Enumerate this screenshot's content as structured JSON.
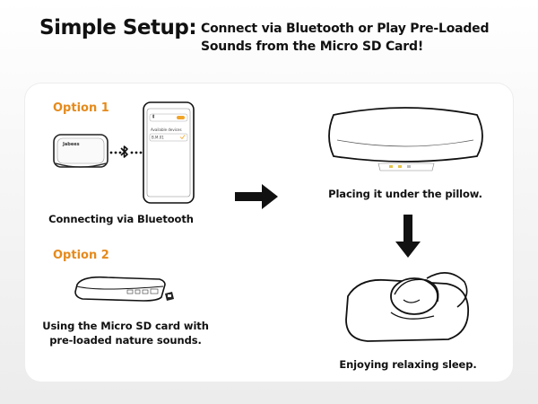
{
  "header": {
    "title": "Simple Setup:",
    "subtitle": "Connect via Bluetooth or Play Pre-Loaded Sounds from the Micro SD Card!"
  },
  "option1": {
    "label": "Option 1",
    "caption": "Connecting via Bluetooth",
    "speaker_brand": "Jabees",
    "phone_list_header": "Available devices",
    "phone_device": "B.M.01"
  },
  "option2": {
    "label": "Option 2",
    "caption_line1": "Using the Micro SD card with",
    "caption_line2": "pre-loaded nature sounds."
  },
  "steps": {
    "pillow_caption": "Placing it under the pillow.",
    "sleep_caption": "Enjoying relaxing sleep."
  },
  "colors": {
    "accent": "#e58a1c",
    "phone_toggle": "#f0a52a"
  },
  "icons": [
    "bluetooth-icon",
    "arrow-right-icon",
    "arrow-down-icon"
  ]
}
